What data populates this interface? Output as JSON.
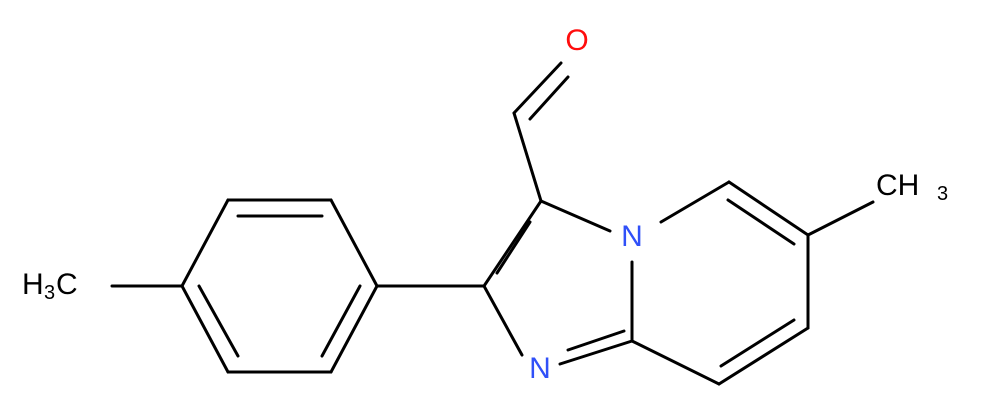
{
  "molecule": {
    "atoms": {
      "oxygen": {
        "element": "O",
        "color": "#ff0d0d"
      },
      "nitrogen_bridge": {
        "element": "N",
        "color": "#3050f8"
      },
      "nitrogen_ring": {
        "element": "N",
        "color": "#3050f8"
      },
      "methyl_right": {
        "main": "CH",
        "subscript": "3"
      },
      "methyl_left": {
        "main": "H",
        "subscript": "3",
        "tail": "C"
      }
    },
    "colors": {
      "bond": "#000000",
      "oxygen": "#ff0d0d",
      "nitrogen": "#3050f8",
      "carbon": "#000000"
    }
  }
}
